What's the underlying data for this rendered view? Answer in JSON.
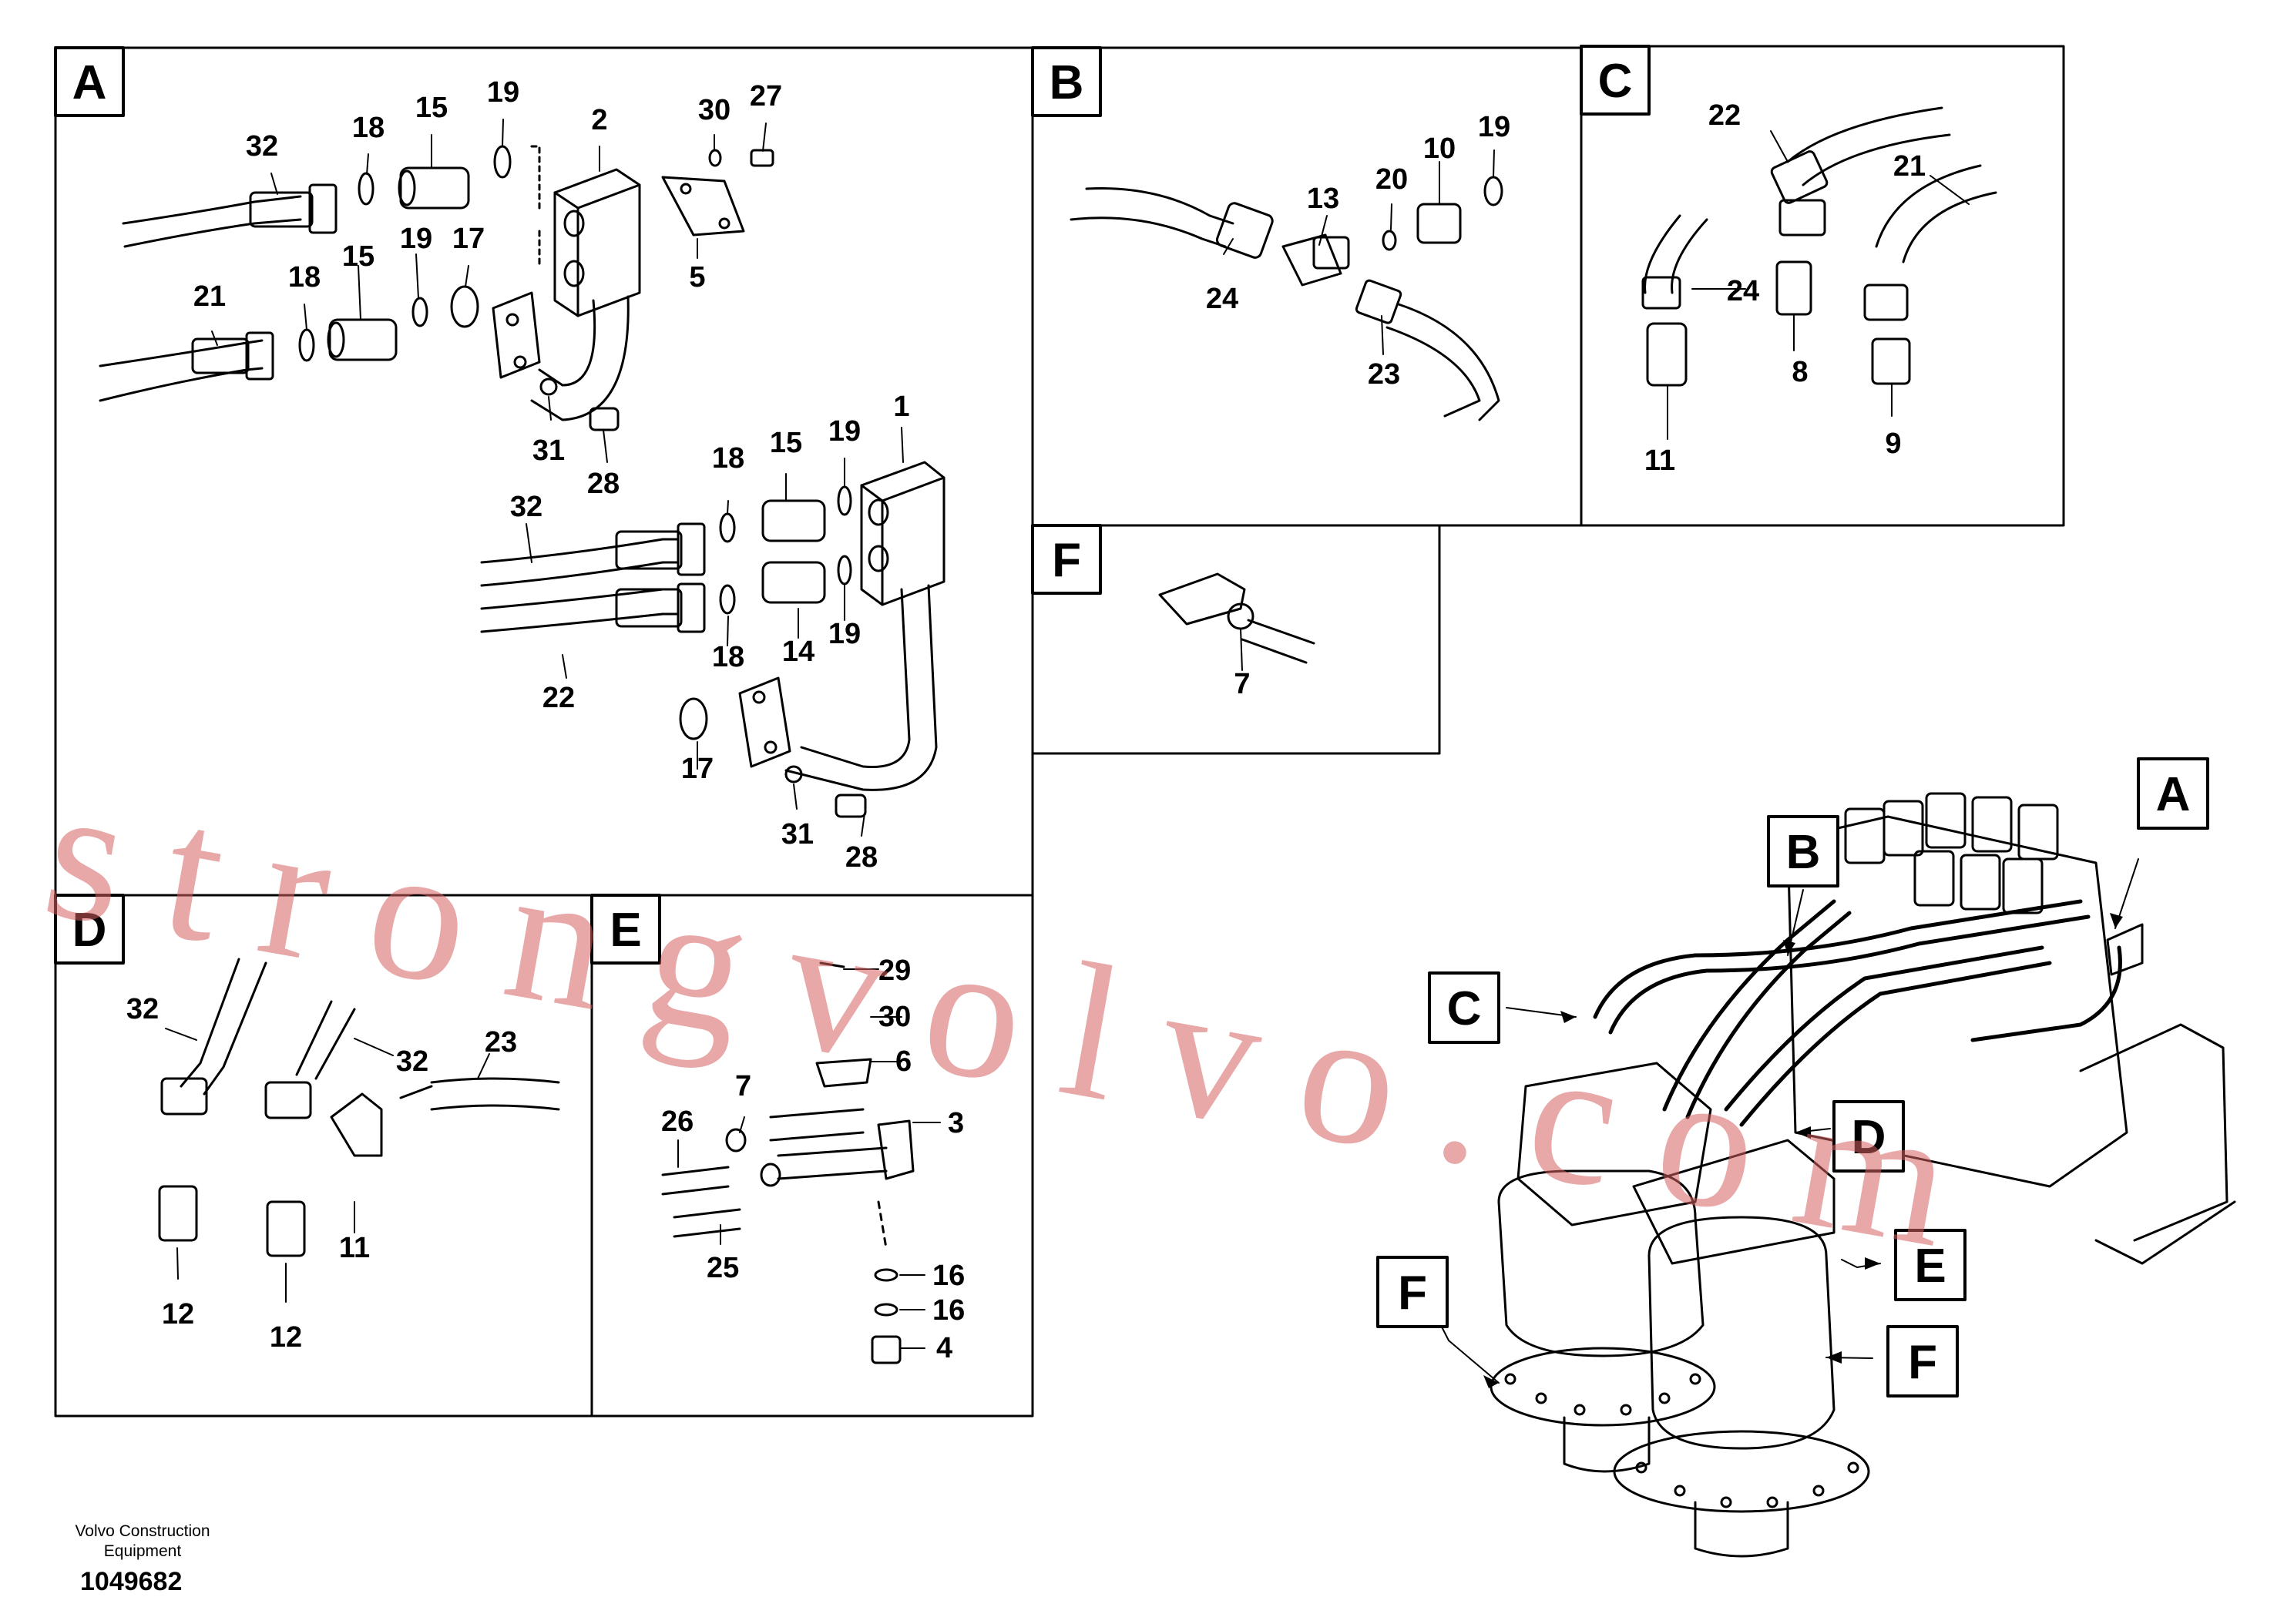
{
  "panels": {
    "A": {
      "letter": "A",
      "labels": [
        "32",
        "18",
        "15",
        "19",
        "2",
        "30",
        "27",
        "5",
        "21",
        "18",
        "15",
        "19",
        "17",
        "31",
        "28",
        "1",
        "18",
        "15",
        "19",
        "32",
        "18",
        "14",
        "19",
        "22",
        "17",
        "31",
        "28"
      ]
    },
    "B": {
      "letter": "B",
      "labels": [
        "19",
        "10",
        "20",
        "13",
        "24",
        "23"
      ]
    },
    "C": {
      "letter": "C",
      "labels": [
        "22",
        "21",
        "24",
        "8",
        "11",
        "9"
      ]
    },
    "D": {
      "letter": "D",
      "labels": [
        "32",
        "32",
        "23",
        "11",
        "12",
        "12"
      ]
    },
    "E": {
      "letter": "E",
      "labels": [
        "29",
        "30",
        "6",
        "7",
        "3",
        "26",
        "25",
        "16",
        "16",
        "4"
      ]
    },
    "F": {
      "letter": "F",
      "labels": [
        "7"
      ]
    }
  },
  "assembly": {
    "callouts": [
      "A",
      "B",
      "C",
      "D",
      "E",
      "F",
      "F"
    ]
  },
  "footer": {
    "brand_line1": "Volvo Construction",
    "brand_line2": "Equipment",
    "drawing_number": "1049682"
  },
  "watermark": "strongvolvo.com"
}
